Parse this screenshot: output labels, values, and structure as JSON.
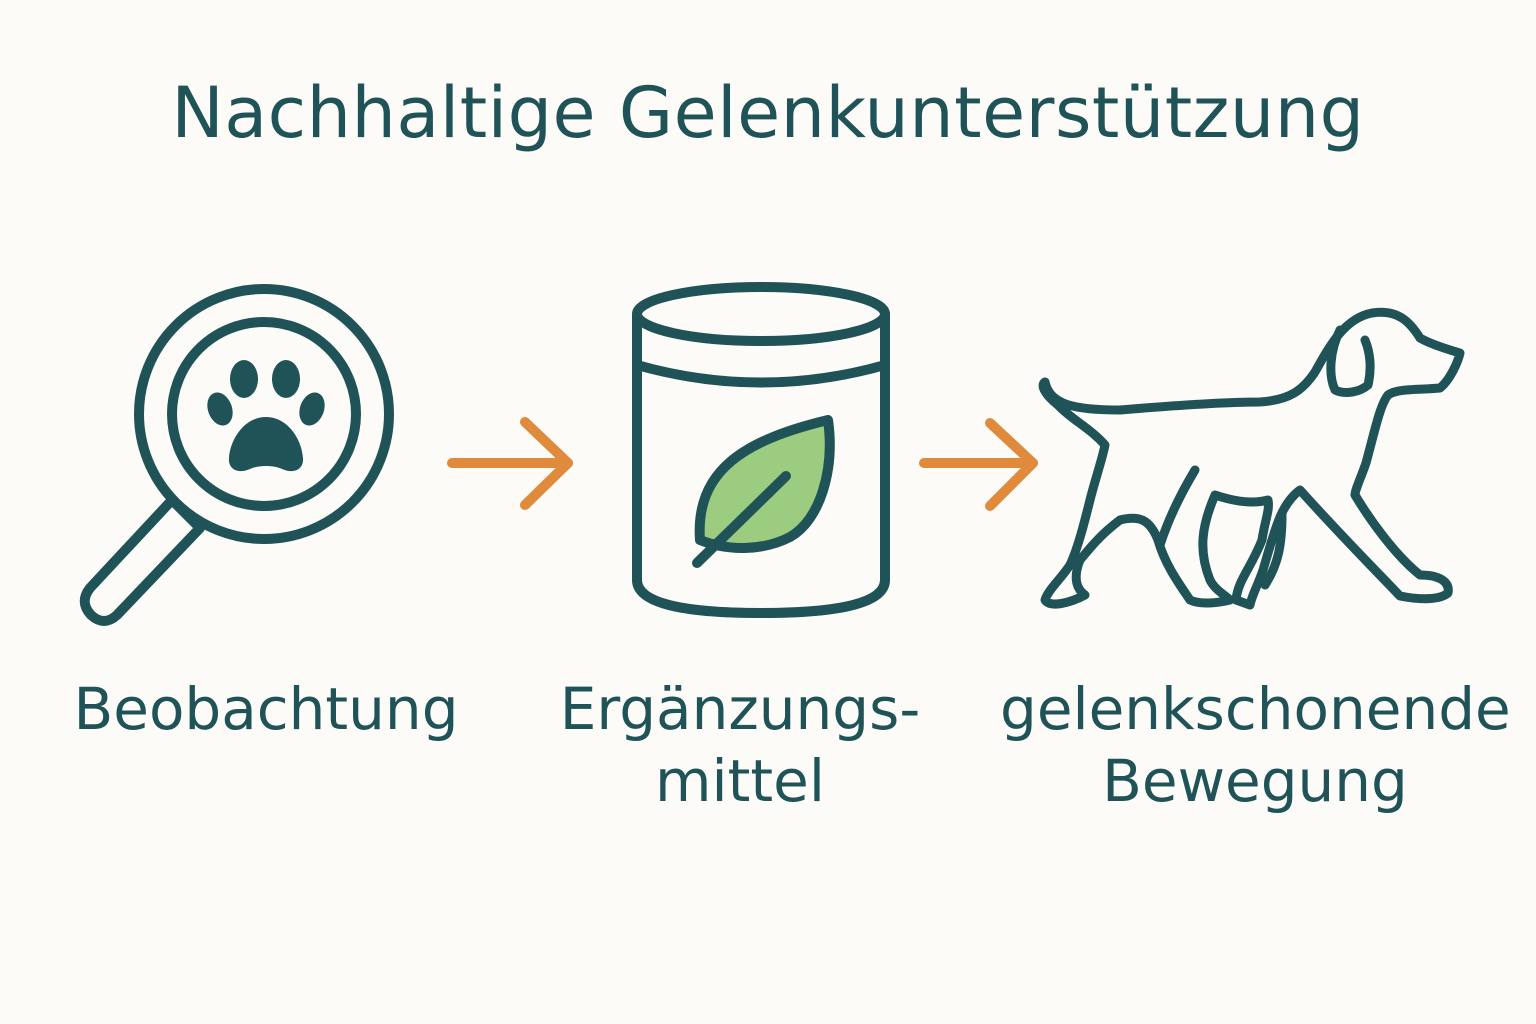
{
  "title": "Nachhaltige Gelenkunterstützung",
  "colors": {
    "background": "#fcfbf7",
    "primary": "#1f5357",
    "arrow": "#e08a3c",
    "leaf": "#9bcc80"
  },
  "steps": [
    {
      "icon": "magnifier-paw-icon",
      "label_lines": [
        "Beobachtung"
      ]
    },
    {
      "icon": "supplement-jar-leaf-icon",
      "label_lines": [
        "Ergänzungs-",
        "mittel"
      ]
    },
    {
      "icon": "walking-dog-icon",
      "label_lines": [
        "gelenkschonende",
        "Bewegung"
      ]
    }
  ],
  "connectors": [
    "arrow-right-icon",
    "arrow-right-icon"
  ]
}
